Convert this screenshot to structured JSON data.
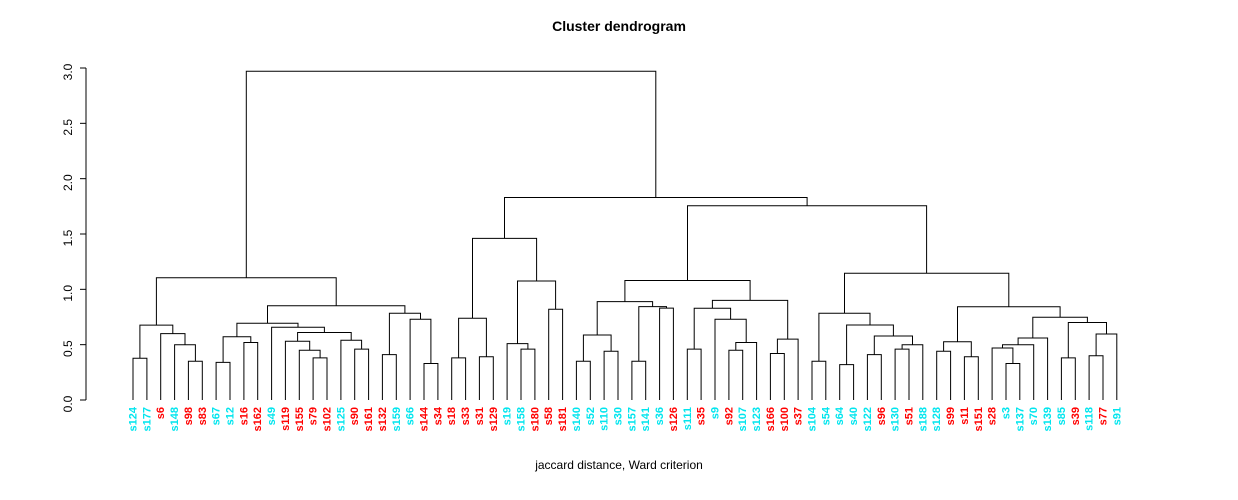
{
  "page": {
    "title": "Cluster dendrogram",
    "xlabel": "jaccard distance, Ward criterion"
  },
  "chart_data": {
    "type": "dendrogram",
    "title": "Cluster dendrogram",
    "xlabel": "jaccard distance, Ward criterion",
    "ylim": [
      0,
      3
    ],
    "grid": false,
    "yticks": [
      {
        "v": 0.0,
        "label": "0.0"
      },
      {
        "v": 0.5,
        "label": "0.5"
      },
      {
        "v": 1.0,
        "label": "1.0"
      },
      {
        "v": 1.5,
        "label": "1.5"
      },
      {
        "v": 2.0,
        "label": "2.0"
      },
      {
        "v": 2.5,
        "label": "2.5"
      },
      {
        "v": 3.0,
        "label": "3.0"
      }
    ],
    "colors": {
      "cyan": "#00e5ee",
      "red": "#ff0000",
      "line": "#000000"
    },
    "leaves": [
      {
        "label": "s124",
        "color": "cyan"
      },
      {
        "label": "s177",
        "color": "cyan"
      },
      {
        "label": "s6",
        "color": "red"
      },
      {
        "label": "s148",
        "color": "cyan"
      },
      {
        "label": "s98",
        "color": "red"
      },
      {
        "label": "s83",
        "color": "red"
      },
      {
        "label": "s67",
        "color": "cyan"
      },
      {
        "label": "s12",
        "color": "cyan"
      },
      {
        "label": "s16",
        "color": "red"
      },
      {
        "label": "s162",
        "color": "red"
      },
      {
        "label": "s49",
        "color": "cyan"
      },
      {
        "label": "s119",
        "color": "red"
      },
      {
        "label": "s155",
        "color": "red"
      },
      {
        "label": "s79",
        "color": "red"
      },
      {
        "label": "s102",
        "color": "red"
      },
      {
        "label": "s125",
        "color": "cyan"
      },
      {
        "label": "s90",
        "color": "red"
      },
      {
        "label": "s161",
        "color": "red"
      },
      {
        "label": "s132",
        "color": "red"
      },
      {
        "label": "s159",
        "color": "cyan"
      },
      {
        "label": "s66",
        "color": "cyan"
      },
      {
        "label": "s144",
        "color": "red"
      },
      {
        "label": "s34",
        "color": "red"
      },
      {
        "label": "s18",
        "color": "red"
      },
      {
        "label": "s33",
        "color": "red"
      },
      {
        "label": "s31",
        "color": "red"
      },
      {
        "label": "s129",
        "color": "red"
      },
      {
        "label": "s19",
        "color": "cyan"
      },
      {
        "label": "s158",
        "color": "cyan"
      },
      {
        "label": "s180",
        "color": "red"
      },
      {
        "label": "s58",
        "color": "red"
      },
      {
        "label": "s181",
        "color": "red"
      },
      {
        "label": "s140",
        "color": "cyan"
      },
      {
        "label": "s52",
        "color": "cyan"
      },
      {
        "label": "s110",
        "color": "cyan"
      },
      {
        "label": "s30",
        "color": "cyan"
      },
      {
        "label": "s157",
        "color": "cyan"
      },
      {
        "label": "s141",
        "color": "cyan"
      },
      {
        "label": "s36",
        "color": "cyan"
      },
      {
        "label": "s126",
        "color": "red"
      },
      {
        "label": "s111",
        "color": "cyan"
      },
      {
        "label": "s35",
        "color": "red"
      },
      {
        "label": "s9",
        "color": "cyan"
      },
      {
        "label": "s92",
        "color": "red"
      },
      {
        "label": "s107",
        "color": "cyan"
      },
      {
        "label": "s123",
        "color": "cyan"
      },
      {
        "label": "s166",
        "color": "red"
      },
      {
        "label": "s100",
        "color": "red"
      },
      {
        "label": "s37",
        "color": "red"
      },
      {
        "label": "s104",
        "color": "cyan"
      },
      {
        "label": "s54",
        "color": "cyan"
      },
      {
        "label": "s64",
        "color": "cyan"
      },
      {
        "label": "s40",
        "color": "cyan"
      },
      {
        "label": "s122",
        "color": "cyan"
      },
      {
        "label": "s96",
        "color": "red"
      },
      {
        "label": "s130",
        "color": "cyan"
      },
      {
        "label": "s51",
        "color": "red"
      },
      {
        "label": "s188",
        "color": "cyan"
      },
      {
        "label": "s128",
        "color": "cyan"
      },
      {
        "label": "s99",
        "color": "red"
      },
      {
        "label": "s11",
        "color": "red"
      },
      {
        "label": "s151",
        "color": "red"
      },
      {
        "label": "s28",
        "color": "red"
      },
      {
        "label": "s3",
        "color": "cyan"
      },
      {
        "label": "s137",
        "color": "cyan"
      },
      {
        "label": "s70",
        "color": "cyan"
      },
      {
        "label": "s139",
        "color": "cyan"
      },
      {
        "label": "s85",
        "color": "cyan"
      },
      {
        "label": "s39",
        "color": "red"
      },
      {
        "label": "s118",
        "color": "cyan"
      },
      {
        "label": "s77",
        "color": "red"
      },
      {
        "label": "s91",
        "color": "cyan"
      }
    ],
    "merge_tree": [
      2.97,
      [
        1.105,
        [
          0.677,
          [
            0.377,
            "s124",
            "s177"
          ],
          [
            0.6,
            "s6",
            [
              0.5,
              "s148",
              [
                0.35,
                "s98",
                "s83"
              ]
            ]
          ]
        ],
        [
          0.852,
          [
            0.693,
            [
              0.572,
              [
                0.34,
                "s67",
                "s12"
              ],
              [
                0.52,
                "s16",
                "s162"
              ]
            ],
            [
              0.657,
              "s49",
              [
                0.61,
                [
                  0.53,
                  "s119",
                  [
                    0.45,
                    "s155",
                    [
                      0.38,
                      "s79",
                      "s102"
                    ]
                  ]
                ],
                [
                  0.54,
                  "s125",
                  [
                    0.46,
                    "s90",
                    "s161"
                  ]
                ]
              ]
            ]
          ],
          [
            0.783,
            [
              0.41,
              "s132",
              "s159"
            ],
            [
              0.73,
              "s66",
              [
                0.33,
                "s144",
                "s34"
              ]
            ]
          ]
        ]
      ],
      [
        1.83,
        [
          1.46,
          [
            0.738,
            [
              0.38,
              "s18",
              "s33"
            ],
            [
              0.39,
              "s31",
              "s129"
            ]
          ],
          [
            1.075,
            [
              0.51,
              "s19",
              [
                0.46,
                "s158",
                "s180"
              ]
            ],
            [
              0.82,
              "s58",
              "s181"
            ]
          ]
        ],
        [
          1.756,
          [
            1.08,
            [
              0.889,
              [
                0.587,
                [
                  0.35,
                  "s140",
                  "s52"
                ],
                [
                  0.44,
                  "s110",
                  "s30"
                ]
              ],
              [
                0.844,
                [
                  0.35,
                  "s157",
                  "s141"
                ],
                [
                  0.83,
                  "s36",
                  "s126"
                ]
              ]
            ],
            [
              0.9,
              [
                0.829,
                [
                  0.46,
                  "s111",
                  "s35"
                ],
                [
                  0.73,
                  "s9",
                  [
                    0.52,
                    [
                      0.45,
                      "s92",
                      "s107"
                    ],
                    "s123"
                  ]
                ]
              ],
              [
                0.55,
                [
                  0.42,
                  "s166",
                  "s100"
                ],
                "s37"
              ]
            ]
          ],
          [
            1.145,
            [
              0.783,
              [
                0.35,
                "s104",
                "s54"
              ],
              [
                0.678,
                [
                  0.32,
                  "s64",
                  "s40"
                ],
                [
                  0.578,
                  [
                    0.41,
                    "s122",
                    "s96"
                  ],
                  [
                    0.5,
                    [
                      0.46,
                      "s130",
                      "s51"
                    ],
                    "s188"
                  ]
                ]
              ]
            ],
            [
              0.843,
              [
                0.527,
                [
                  0.44,
                  "s128",
                  "s99"
                ],
                [
                  0.39,
                  "s11",
                  "s151"
                ]
              ],
              [
                0.747,
                [
                  0.56,
                  [
                    0.5,
                    [
                      0.47,
                      "s28",
                      [
                        0.33,
                        "s3",
                        "s137"
                      ]
                    ],
                    "s70"
                  ],
                  "s139"
                ],
                [
                  0.7,
                  [
                    0.38,
                    "s85",
                    "s39"
                  ],
                  [
                    0.596,
                    [
                      0.4,
                      "s118",
                      "s77"
                    ],
                    "s91"
                  ]
                ]
              ]
            ]
          ]
        ]
      ]
    ]
  }
}
